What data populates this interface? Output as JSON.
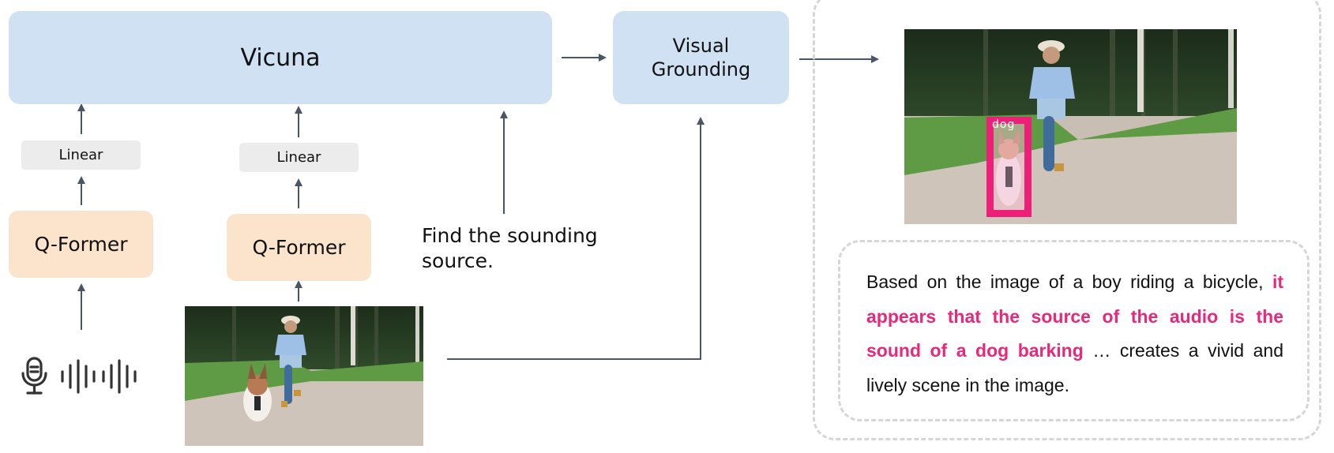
{
  "diagram": {
    "vicuna": {
      "label": "Vicuna"
    },
    "visual_grounding": {
      "label_line1": "Visual",
      "label_line2": "Grounding"
    },
    "audio_branch": {
      "linear_label": "Linear",
      "qformer_label": "Q-Former",
      "input_icons": [
        "microphone-icon",
        "waveform-icon",
        "waveform-icon"
      ]
    },
    "visual_branch": {
      "linear_label": "Linear",
      "qformer_label": "Q-Former",
      "input": "image of a boy riding a bicycle with a dog running in front"
    },
    "prompt": {
      "line1": "Find the sounding",
      "line2": "source."
    },
    "output": {
      "grounded_image": {
        "detection_label": "dog",
        "box_color": "#ee1f78"
      },
      "answer": {
        "plain_before": "Based on the image of a boy riding a bicycle, ",
        "highlight": "it appears that the source of the audio is the sound of a dog barking",
        "plain_after": " … creates a vivid and lively scene in the image.",
        "highlight_color": "#e8287a"
      }
    },
    "colors": {
      "llm_box": "#cfe1f2",
      "qformer_box": "#fbe3cc",
      "linear_box": "#ececec",
      "arrow": "#4a5566",
      "dashed_frame": "#d6d6d6"
    }
  }
}
